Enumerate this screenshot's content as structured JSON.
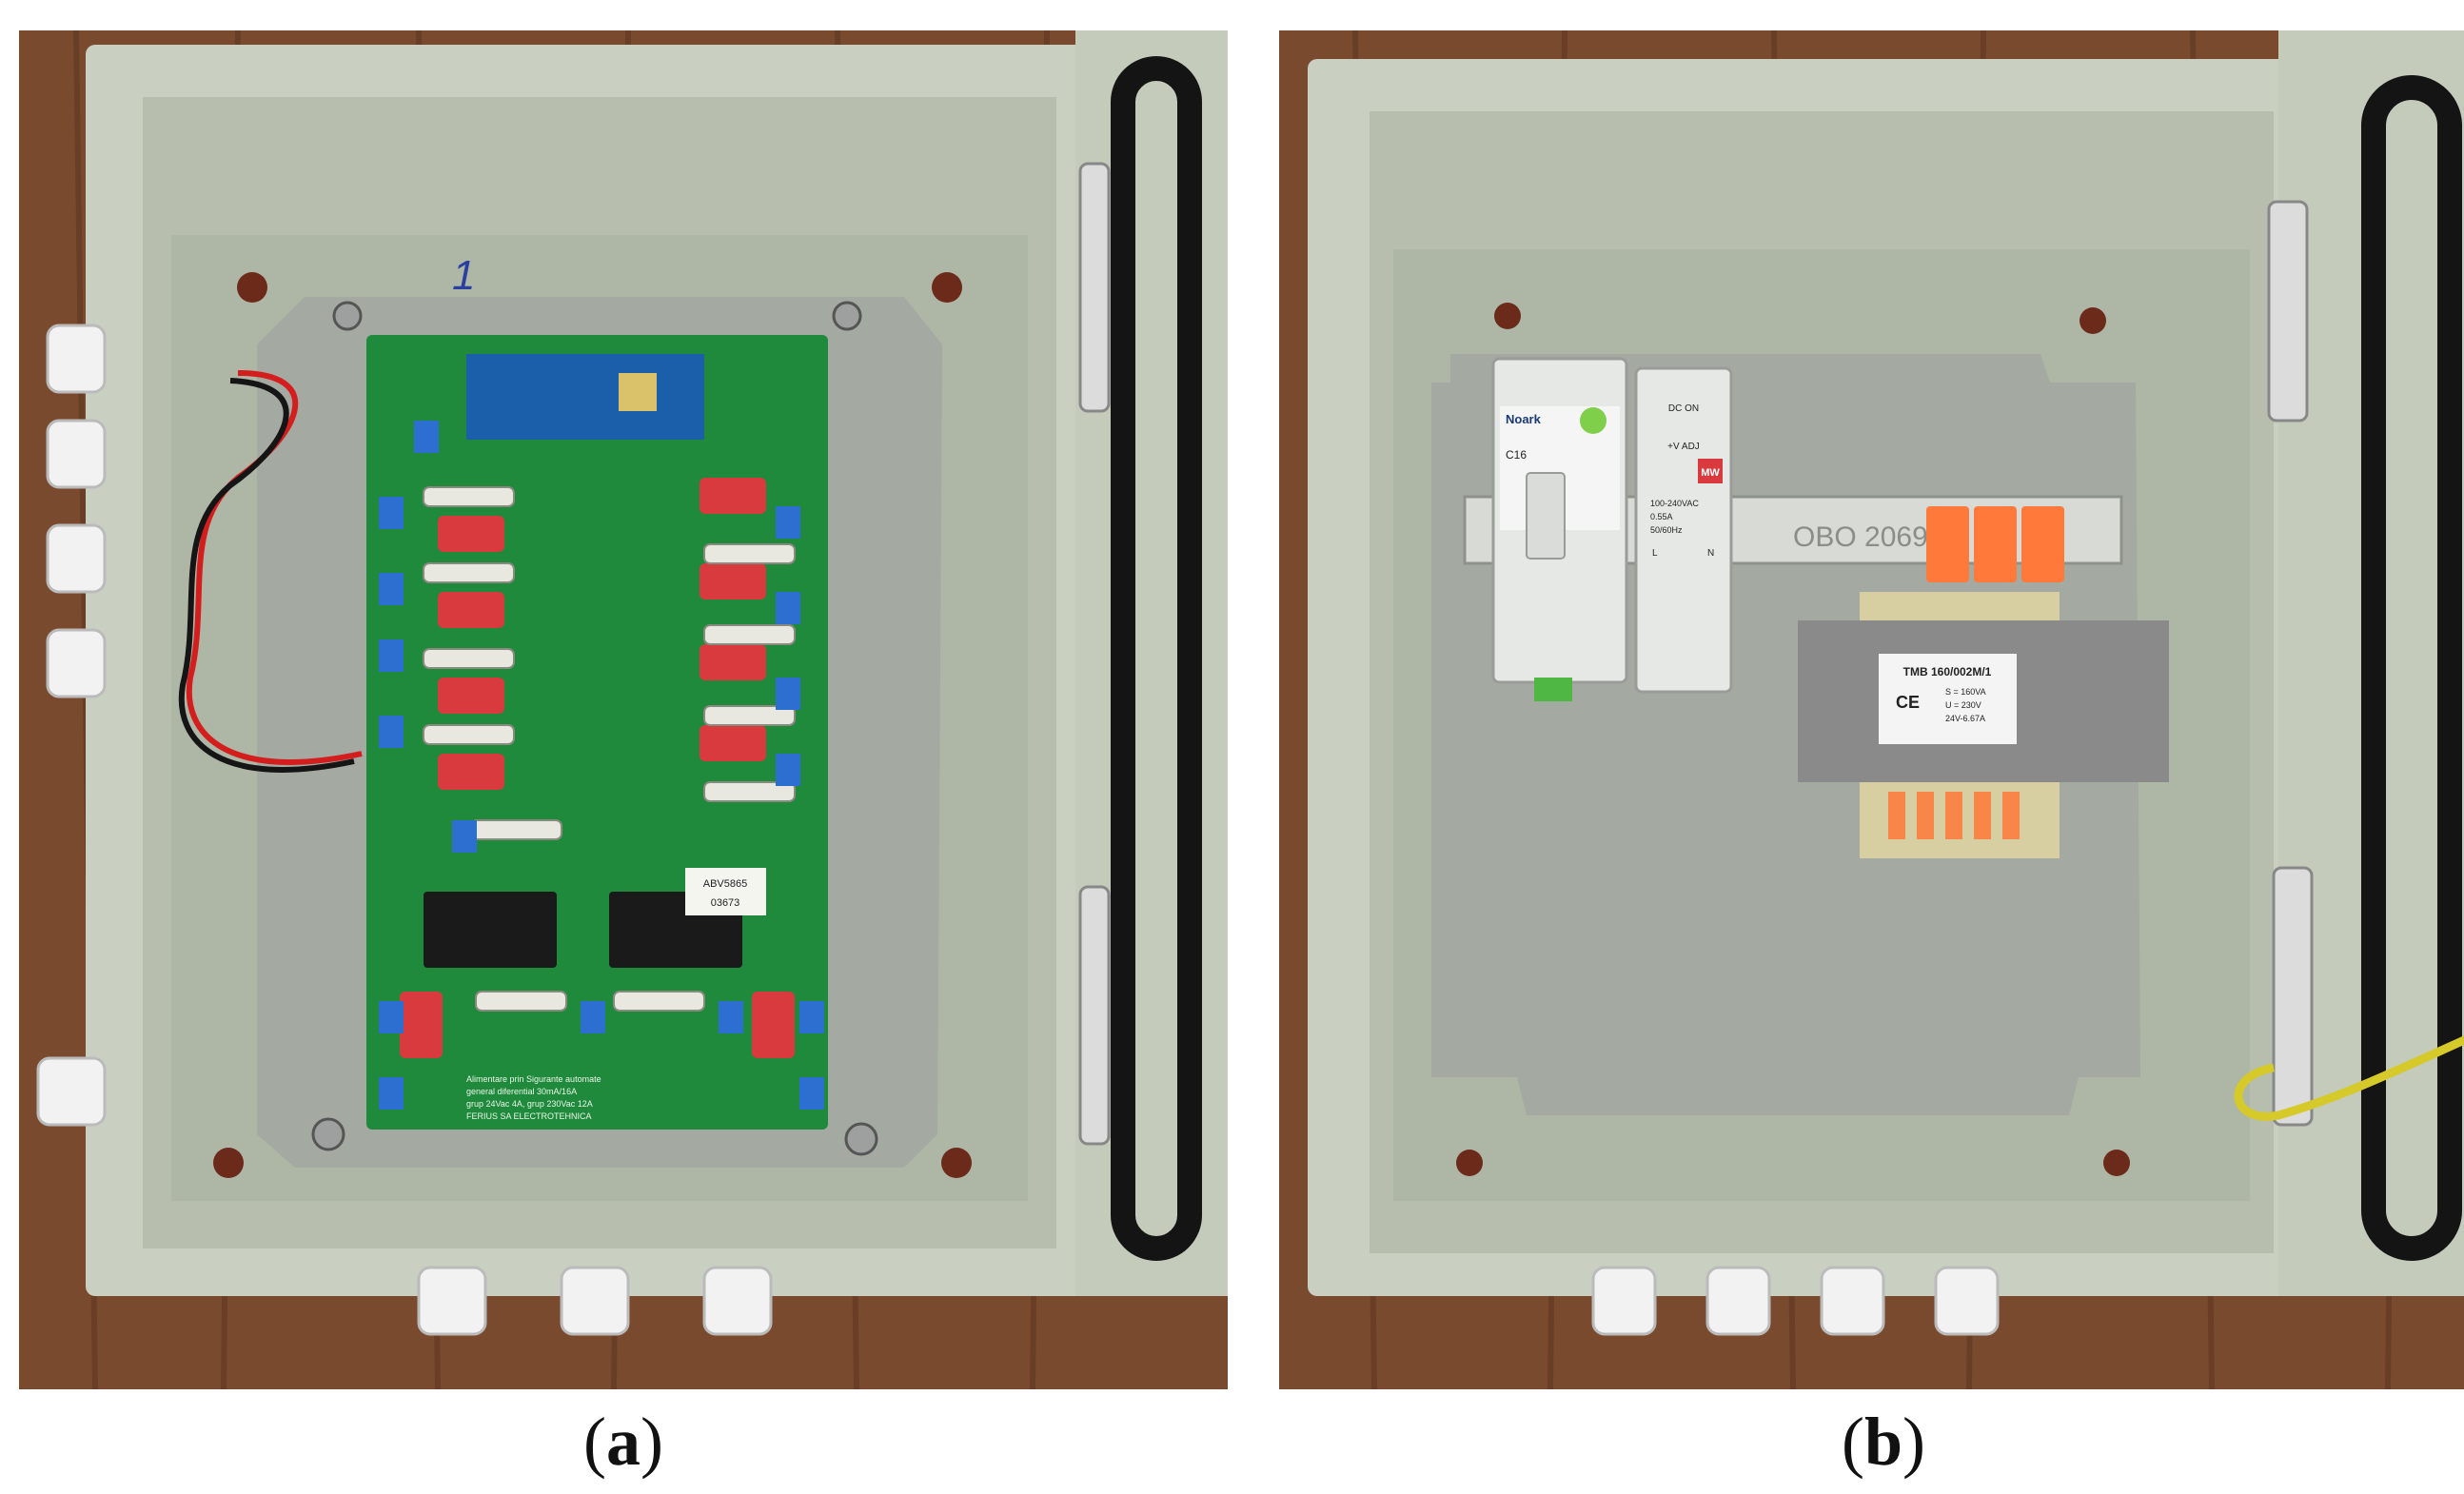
{
  "figure": {
    "panels": [
      {
        "id": "a",
        "caption_open": "(",
        "caption_letter": "a",
        "caption_close": ")",
        "handwritten_mark": "1",
        "board_label_lines": [
          "ABV5865",
          "03673"
        ],
        "board_silkscreen": [
          "Alimentare prin Sigurante automate",
          "general diferential 30mA/16A",
          "grup 24Vac 4A, grup 230Vac 12A",
          "FERIUS SA ELECTROTEHNICA"
        ]
      },
      {
        "id": "b",
        "caption_open": "(",
        "caption_letter": "b",
        "caption_close": ")",
        "breaker_brand": "Noark",
        "breaker_rating": "C16",
        "psu_brand": "MW",
        "psu_spec_lines": [
          "100-240VAC",
          "0.55A",
          "50/60Hz"
        ],
        "psu_terminals": [
          "L",
          "N"
        ],
        "psu_dc_label": "DC ON",
        "psu_adj_label": "+V ADJ",
        "din_rail_text": "OBO 2069",
        "transformer_model": "TMB 160/002M/1",
        "transformer_specs": [
          "S = 160VA",
          "U = 230V",
          "24V-6.67A"
        ],
        "ce_mark": "CE"
      }
    ],
    "colors": {
      "wood": "#7a4a2e",
      "enclosure": "#c9cfc1",
      "pcb": "#1f8a3c",
      "fuse_red": "#d93a3e",
      "terminal_orange": "#ff7a3a",
      "transformer_grey": "#8a8a8a"
    }
  }
}
